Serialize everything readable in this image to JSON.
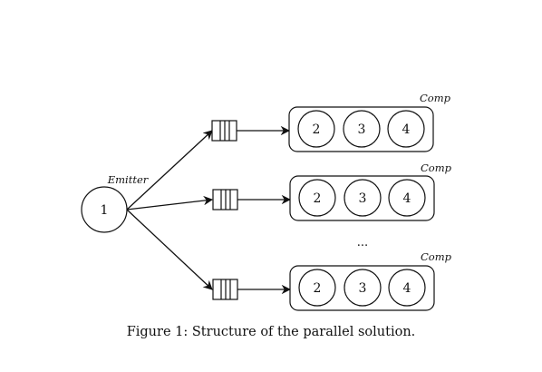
{
  "emitter": {
    "label": "Emitter",
    "node": "1"
  },
  "rows": [
    {
      "comp_label": "Comp",
      "nodes": [
        "2",
        "3",
        "4"
      ]
    },
    {
      "comp_label": "Comp",
      "nodes": [
        "2",
        "3",
        "4"
      ]
    },
    {
      "comp_label": "Comp",
      "nodes": [
        "2",
        "3",
        "4"
      ]
    }
  ],
  "ellipsis": "...",
  "caption": {
    "prefix": "Figure 1:",
    "text": "Structure of the parallel solution."
  }
}
